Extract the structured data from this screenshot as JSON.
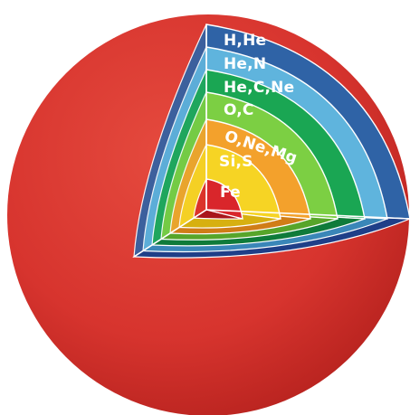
{
  "diagram": {
    "layers": [
      {
        "label": "H,He",
        "color": "#2f63a6",
        "edge": "#1f3f88"
      },
      {
        "label": "He,N",
        "color": "#5fb4dd",
        "edge": "#3a86b8"
      },
      {
        "label": "He,C,Ne",
        "color": "#1aa653",
        "edge": "#0f7b3a"
      },
      {
        "label": "O,C",
        "color": "#7ccf43",
        "edge": "#57a52a"
      },
      {
        "label": "O,Ne,Mg",
        "color": "#f3a12c",
        "edge": "#d07d17"
      },
      {
        "label": "Si,S",
        "color": "#f6d424",
        "edge": "#d7b010"
      },
      {
        "label": "Fe",
        "color": "#d9262b",
        "edge": "#a9161b"
      }
    ],
    "sphere_color": "#d83731"
  }
}
